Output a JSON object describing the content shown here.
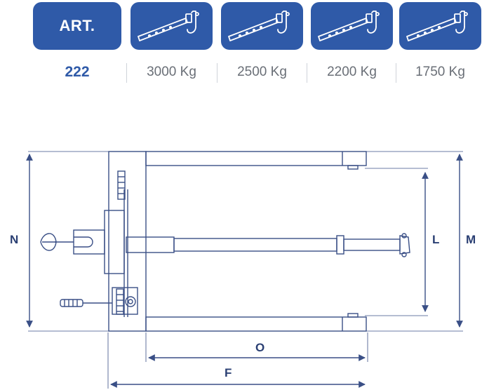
{
  "header": {
    "art_label": "ART.",
    "article_code": "222",
    "capacities": [
      "3000 Kg",
      "2500 Kg",
      "2200 Kg",
      "1750 Kg"
    ],
    "tile_icons": [
      "boom-hook-icon",
      "boom-hook-icon",
      "boom-hook-icon",
      "boom-hook-icon"
    ]
  },
  "dimensions": {
    "N": "N",
    "L": "L",
    "M": "M",
    "O": "O",
    "F": "F"
  },
  "colors": {
    "brand_blue": "#2f5aa8",
    "line_blue": "#3a4f86",
    "text_grey": "#6a6f77"
  }
}
